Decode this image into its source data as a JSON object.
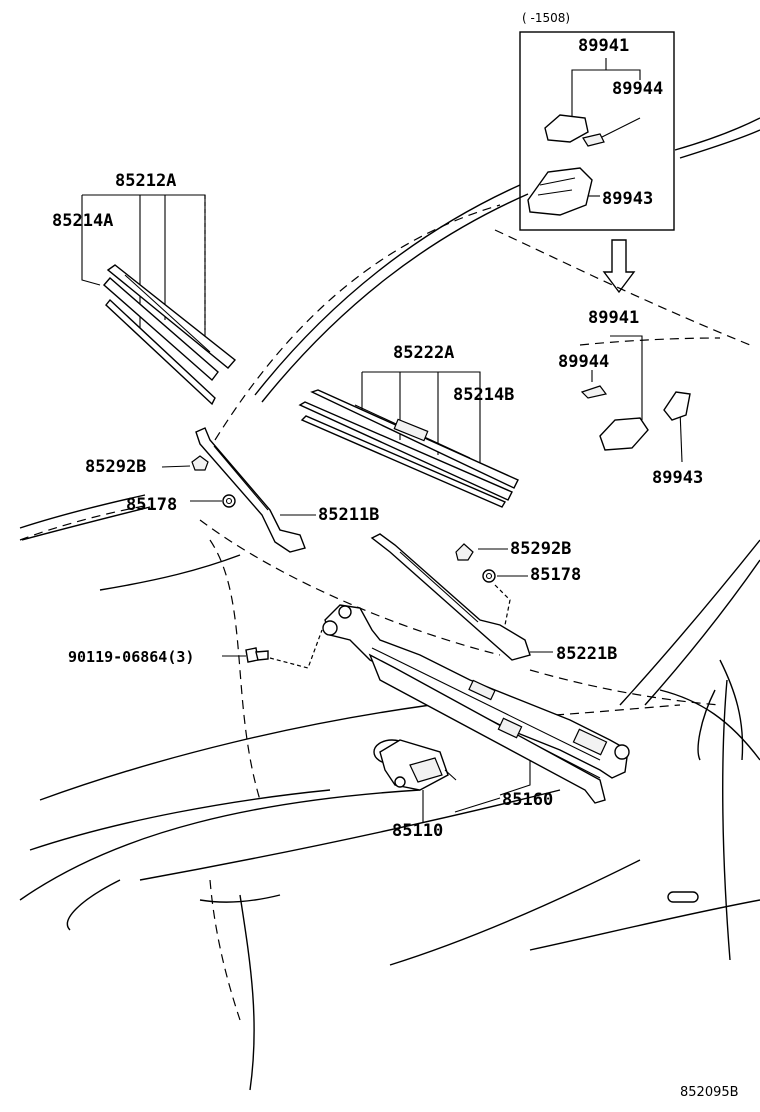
{
  "diagram": {
    "inset_note": "(     -1508)",
    "reference_code": "852095B",
    "labels": {
      "inset_89941": "89941",
      "inset_89944": "89944",
      "inset_89943": "89943",
      "right_89941": "89941",
      "right_89944": "89944",
      "right_89943": "89943",
      "p85212A": "85212A",
      "p85214A": "85214A",
      "p85222A": "85222A",
      "p85214B": "85214B",
      "p85292B_left": "85292B",
      "p85178_left": "85178",
      "p85211B": "85211B",
      "p85292B_right": "85292B",
      "p85178_right": "85178",
      "p85221B": "85221B",
      "p90119": "90119-06864(3)",
      "p85160": "85160",
      "p85110": "85110"
    }
  }
}
